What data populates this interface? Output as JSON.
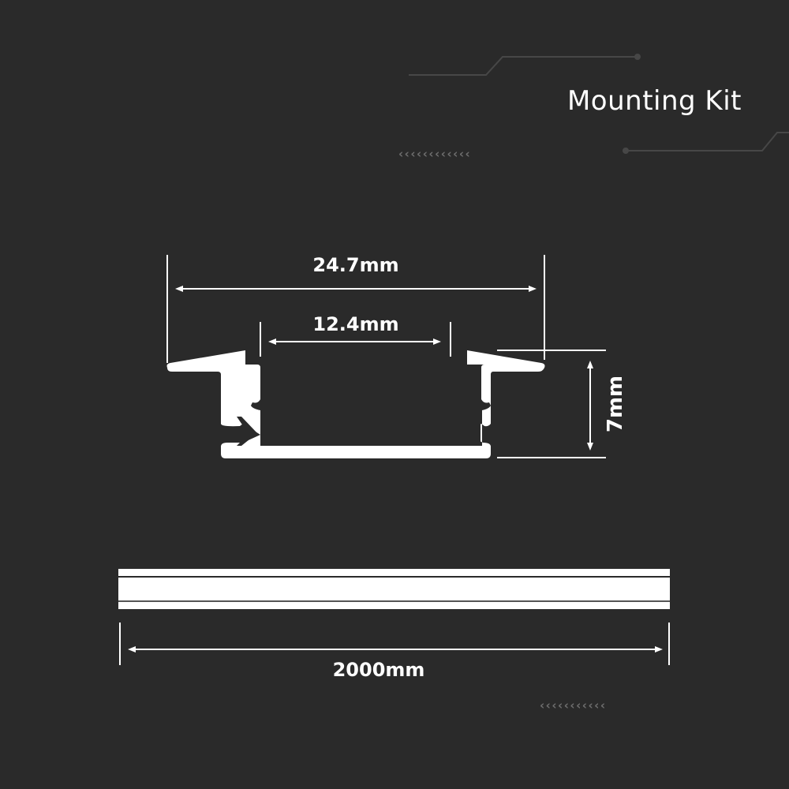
{
  "header": {
    "title": "Mounting Kit"
  },
  "decorations": {
    "chevron_rows": [
      {
        "position": "top",
        "glyph": "‹",
        "count": 12
      },
      {
        "position": "bottom",
        "glyph": "‹",
        "count": 11
      }
    ],
    "line_color": "#4a4a4a",
    "chevron_color": "#6e6e6e"
  },
  "profile_diagram": {
    "outer_width_label": "24.7mm",
    "inner_width_label": "12.4mm",
    "height_label": "7mm",
    "fill_color": "#ffffff"
  },
  "length_diagram": {
    "length_label": "2000mm"
  },
  "colors": {
    "background": "#2a2a2a",
    "foreground": "#ffffff"
  }
}
